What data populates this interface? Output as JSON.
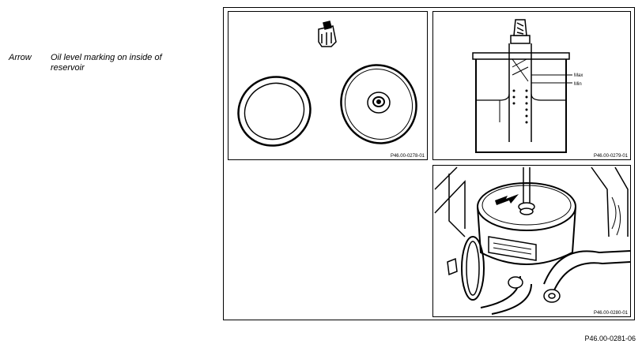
{
  "legend": {
    "term": "Arrow",
    "description": "Oil level marking on inside of reservoir"
  },
  "panels": [
    {
      "ref": "P46.00-0278-01"
    },
    {
      "ref": "P46.00-0279-01",
      "max_label": "Max",
      "min_label": "Min"
    },
    {
      "ref": "P46.00-0280-01"
    }
  ],
  "figure_ref": "P46.00-0281-06"
}
